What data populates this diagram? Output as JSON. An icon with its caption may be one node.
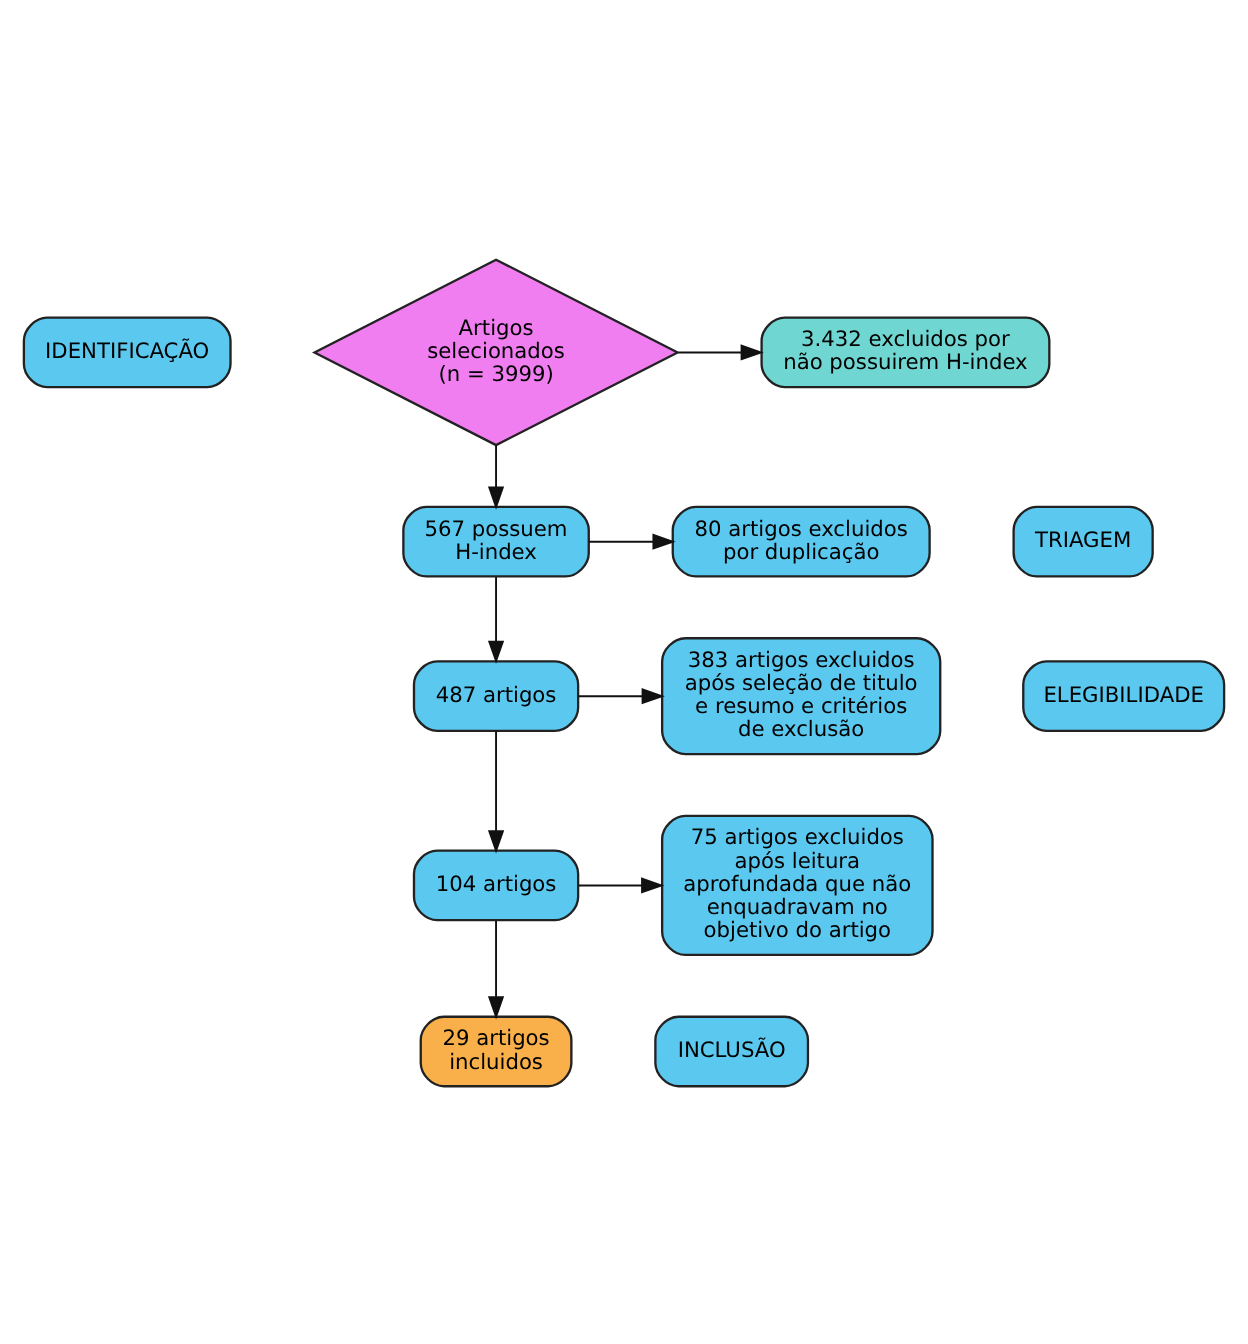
{
  "diagram": {
    "nodes": [
      {
        "text": [
          "IDENTIFICAÇÃO"
        ]
      },
      {
        "text": [
          "Artigos selecionados (n = 3999)"
        ]
      },
      {
        "text": [
          "3.432 excluidos por não possuirem H-index"
        ]
      },
      {
        "text": [
          "TRIAGEM"
        ]
      },
      {
        "text": [
          "567 possuem H-index"
        ]
      },
      {
        "text": [
          "80 artigos excluidos por duplicação"
        ]
      },
      {
        "text": [
          "ELEGIBILIDADE"
        ]
      },
      {
        "text": [
          "487 artigos"
        ]
      },
      {
        "text": [
          "383 artigos excluidos após seleção de titulo e resumo e critérios de exclusão"
        ]
      },
      {
        "text": [
          "104 artigos"
        ]
      },
      {
        "text": [
          "75 artigos excluidos após leitura aprofundada que não enquadravam no objetivo do artigo"
        ]
      },
      {
        "text": [
          "INCLUSÃO"
        ]
      },
      {
        "text": [
          "29 artigos incluidos"
        ]
      }
    ],
    "edges": [
      {
        "from": 1,
        "to": 2,
        "arrow": "to"
      },
      {
        "from": 1,
        "to": 4,
        "arrow": "to"
      },
      {
        "from": 4,
        "to": 5,
        "arrow": "to"
      },
      {
        "from": 4,
        "to": 7,
        "arrow": "to"
      },
      {
        "from": 7,
        "to": 8,
        "arrow": "to"
      },
      {
        "from": 7,
        "to": 9,
        "arrow": "to"
      },
      {
        "from": 9,
        "to": 10,
        "arrow": "to"
      },
      {
        "from": 9,
        "to": 12,
        "arrow": "to"
      }
    ]
  }
}
